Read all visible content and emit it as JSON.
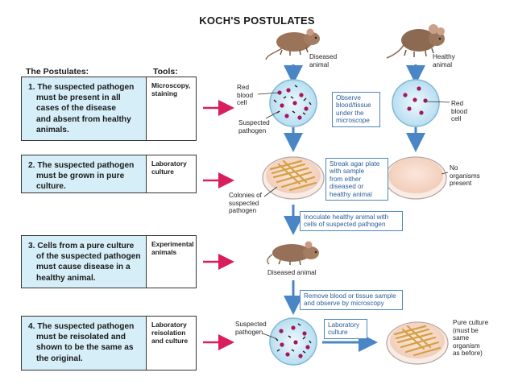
{
  "title": "KOCH'S POSTULATES",
  "headers": {
    "postulates": "The Postulates:",
    "tools": "Tools:"
  },
  "rows": [
    {
      "postulate_lines": [
        "1. The suspected pathogen",
        "   must be present in all",
        "   cases of the disease",
        "   and absent from healthy",
        "   animals."
      ],
      "tool_lines": [
        "Microscopy,",
        "staining"
      ]
    },
    {
      "postulate_lines": [
        "2. The suspected pathogen",
        "   must be grown in pure",
        "   culture."
      ],
      "tool_lines": [
        "Laboratory",
        "culture"
      ]
    },
    {
      "postulate_lines": [
        "3. Cells from a pure culture",
        "   of the suspected pathogen",
        "   must cause disease in a",
        "   healthy animal."
      ],
      "tool_lines": [
        "Experimental",
        "animals"
      ]
    },
    {
      "postulate_lines": [
        "4. The suspected pathogen",
        "   must be reisolated and",
        "   shown to be the same as",
        "   the original."
      ],
      "tool_lines": [
        "Laboratory",
        "reisolation",
        "and culture"
      ]
    }
  ],
  "labels": {
    "diseased_animal": "Diseased\nanimal",
    "healthy_animal": "Healthy\nanimal",
    "red_blood_cell_left": "Red\nblood\ncell",
    "red_blood_cell_right": "Red\nblood\ncell",
    "suspected_pathogen_1": "Suspected\npathogen",
    "colonies": "Colonies of\nsuspected\npathogen",
    "no_organisms": "No\norganisms\npresent",
    "diseased_animal_3": "Diseased animal",
    "suspected_pathogen_4": "Suspected\npathogen",
    "pure_culture": "Pure culture\n(must be\nsame\norganism\nas before)"
  },
  "notes": {
    "observe": "Observe\nblood/tissue\nunder the\nmicroscope",
    "streak": "Streak agar plate\nwith sample\nfrom either\ndiseased or\nhealthy animal",
    "inoculate": "Inoculate healthy animal with\ncells of suspected pathogen",
    "remove": "Remove blood or tissue sample\nand observe by microscopy",
    "lab_culture": "Laboratory\nculture"
  },
  "colors": {
    "accent_blue": "#4a86c5",
    "box_fill": "#d6eef8",
    "arrow_red": "#d81e5b",
    "dish_blue": "#cfe9f5"
  }
}
